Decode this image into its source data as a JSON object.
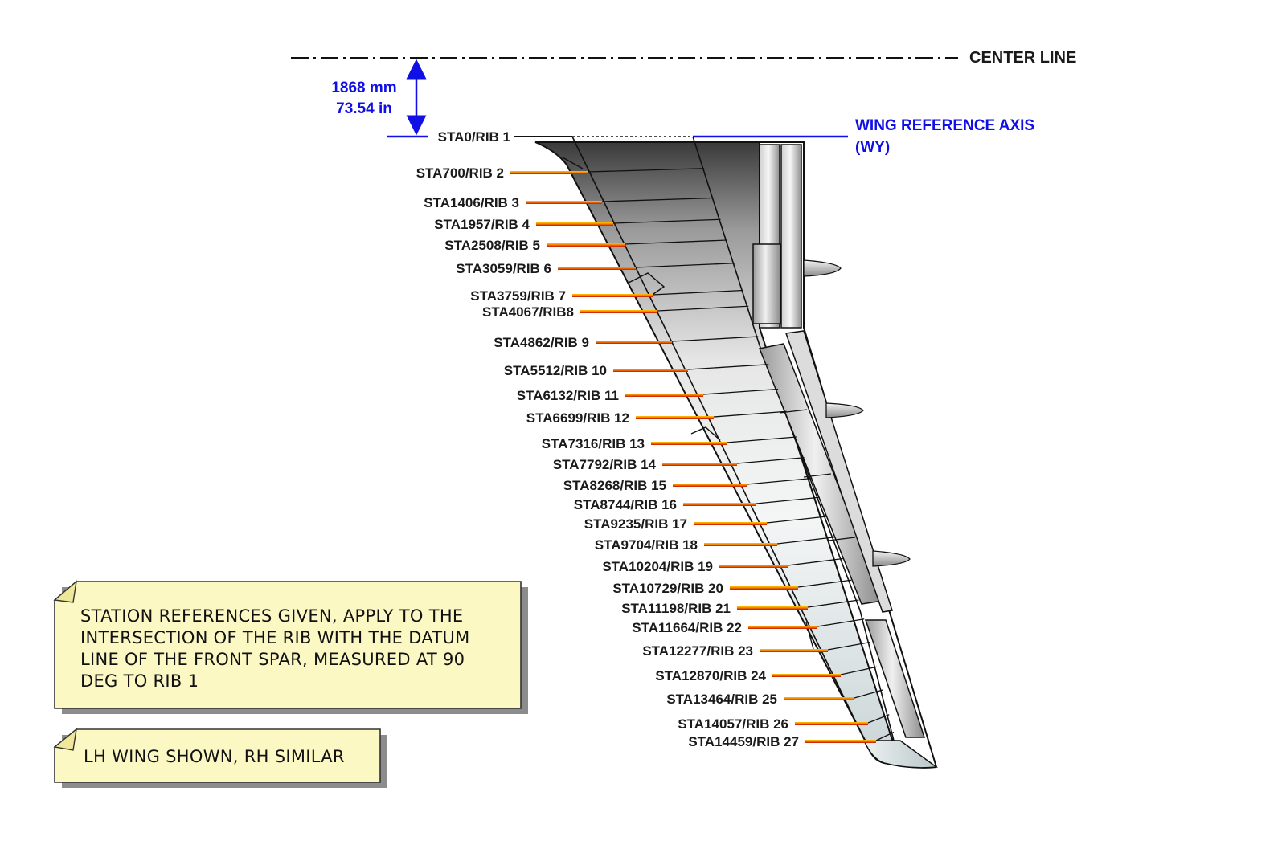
{
  "center_line_label": "CENTER LINE",
  "wing_reference_axis": [
    "WING REFERENCE AXIS",
    "(WY)"
  ],
  "offset_dimension": [
    "1868 mm",
    "73.54 in"
  ],
  "stations": [
    "STA0/RIB 1",
    "STA700/RIB 2",
    "STA1406/RIB 3",
    "STA1957/RIB 4",
    "STA2508/RIB 5",
    "STA3059/RIB 6",
    "STA3759/RIB 7",
    "STA4067/RIB8",
    "STA4862/RIB 9",
    "STA5512/RIB 10",
    "STA6132/RIB 11",
    "STA6699/RIB 12",
    "STA7316/RIB 13",
    "STA7792/RIB 14",
    "STA8268/RIB 15",
    "STA8744/RIB 16",
    "STA9235/RIB 17",
    "STA9704/RIB 18",
    "STA10204/RIB 19",
    "STA10729/RIB 20",
    "STA11198/RIB 21",
    "STA11664/RIB 22",
    "STA12277/RIB 23",
    "STA12870/RIB 24",
    "STA13464/RIB 25",
    "STA14057/RIB 26",
    "STA14459/RIB 27"
  ],
  "notes": [
    {
      "lines": [
        "STATION REFERENCES GIVEN, APPLY TO THE",
        "INTERSECTION OF THE RIB WITH THE DATUM",
        "LINE OF THE FRONT SPAR, MEASURED AT 90",
        "DEG TO RIB 1"
      ]
    },
    {
      "lines": [
        "LH WING SHOWN, RH SIMILAR"
      ]
    }
  ],
  "colors": {
    "dimension_blue": "#1010e6",
    "leader_orange": "#f5a000",
    "leader_red": "#d81e00",
    "note_fill": "#fbf8c4"
  }
}
